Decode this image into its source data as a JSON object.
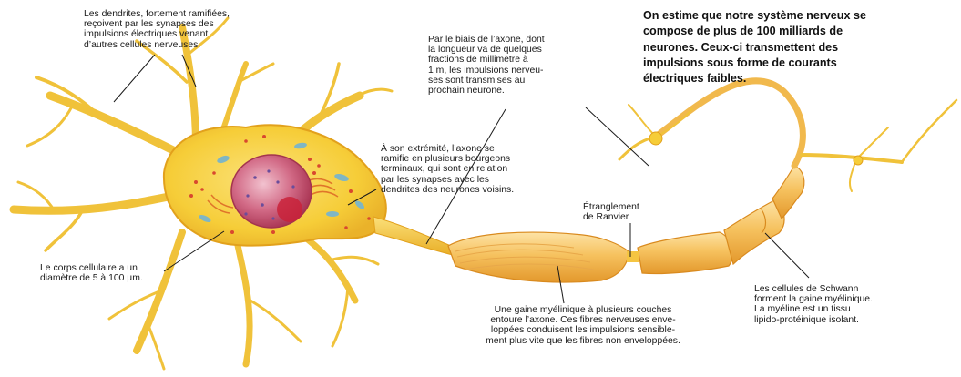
{
  "summary": "On estime que notre système nerveux se\ncompose de plus de 100 milliards de\nneurones. Ceux-ci transmettent des\nimpulsions sous forme de courants\nélectriques faibles.",
  "labels": {
    "dendrites": "Les dendrites, fortement ramifiées,\nreçoivent par les synapses des\nimpulsions électriques venant\nd’autres cellules nerveuses.",
    "axon": "Par le biais de l’axone, dont\nla longueur va de quelques\nfractions de millimètre à\n1 m, les impulsions nerveu-\nses sont transmises au\nprochain neurone.",
    "axon_end": "À son extrémité, l’axone se\nramifie en plusieurs bourgeons\nterminaux, qui sont en relation\npar les synapses avec les\ndendrites des neurones voisins.",
    "ranvier": "Étranglement\nde Ranvier",
    "cell_body": "Le corps cellulaire a un\ndiamètre de 5 à 100 µm.",
    "myelin": "Une gaine myélinique à plusieurs couches\nentoure l’axone. Ces fibres nerveuses enve-\nloppées conduisent les impulsions sensible-\nment plus vite que les fibres non enveloppées.",
    "schwann": "Les cellules de Schwann\nforment la gaine myélinique.\nLa myéline est un tissu\nlipido-protéinique isolant."
  },
  "colors": {
    "cytoplasm": "#f6d23a",
    "membrane": "#e9a91c",
    "nucleus": "#c4476a",
    "myelin": "#f4bd55",
    "organelle_blue": "#7fb6c4",
    "organelle_red": "#d9482e"
  }
}
